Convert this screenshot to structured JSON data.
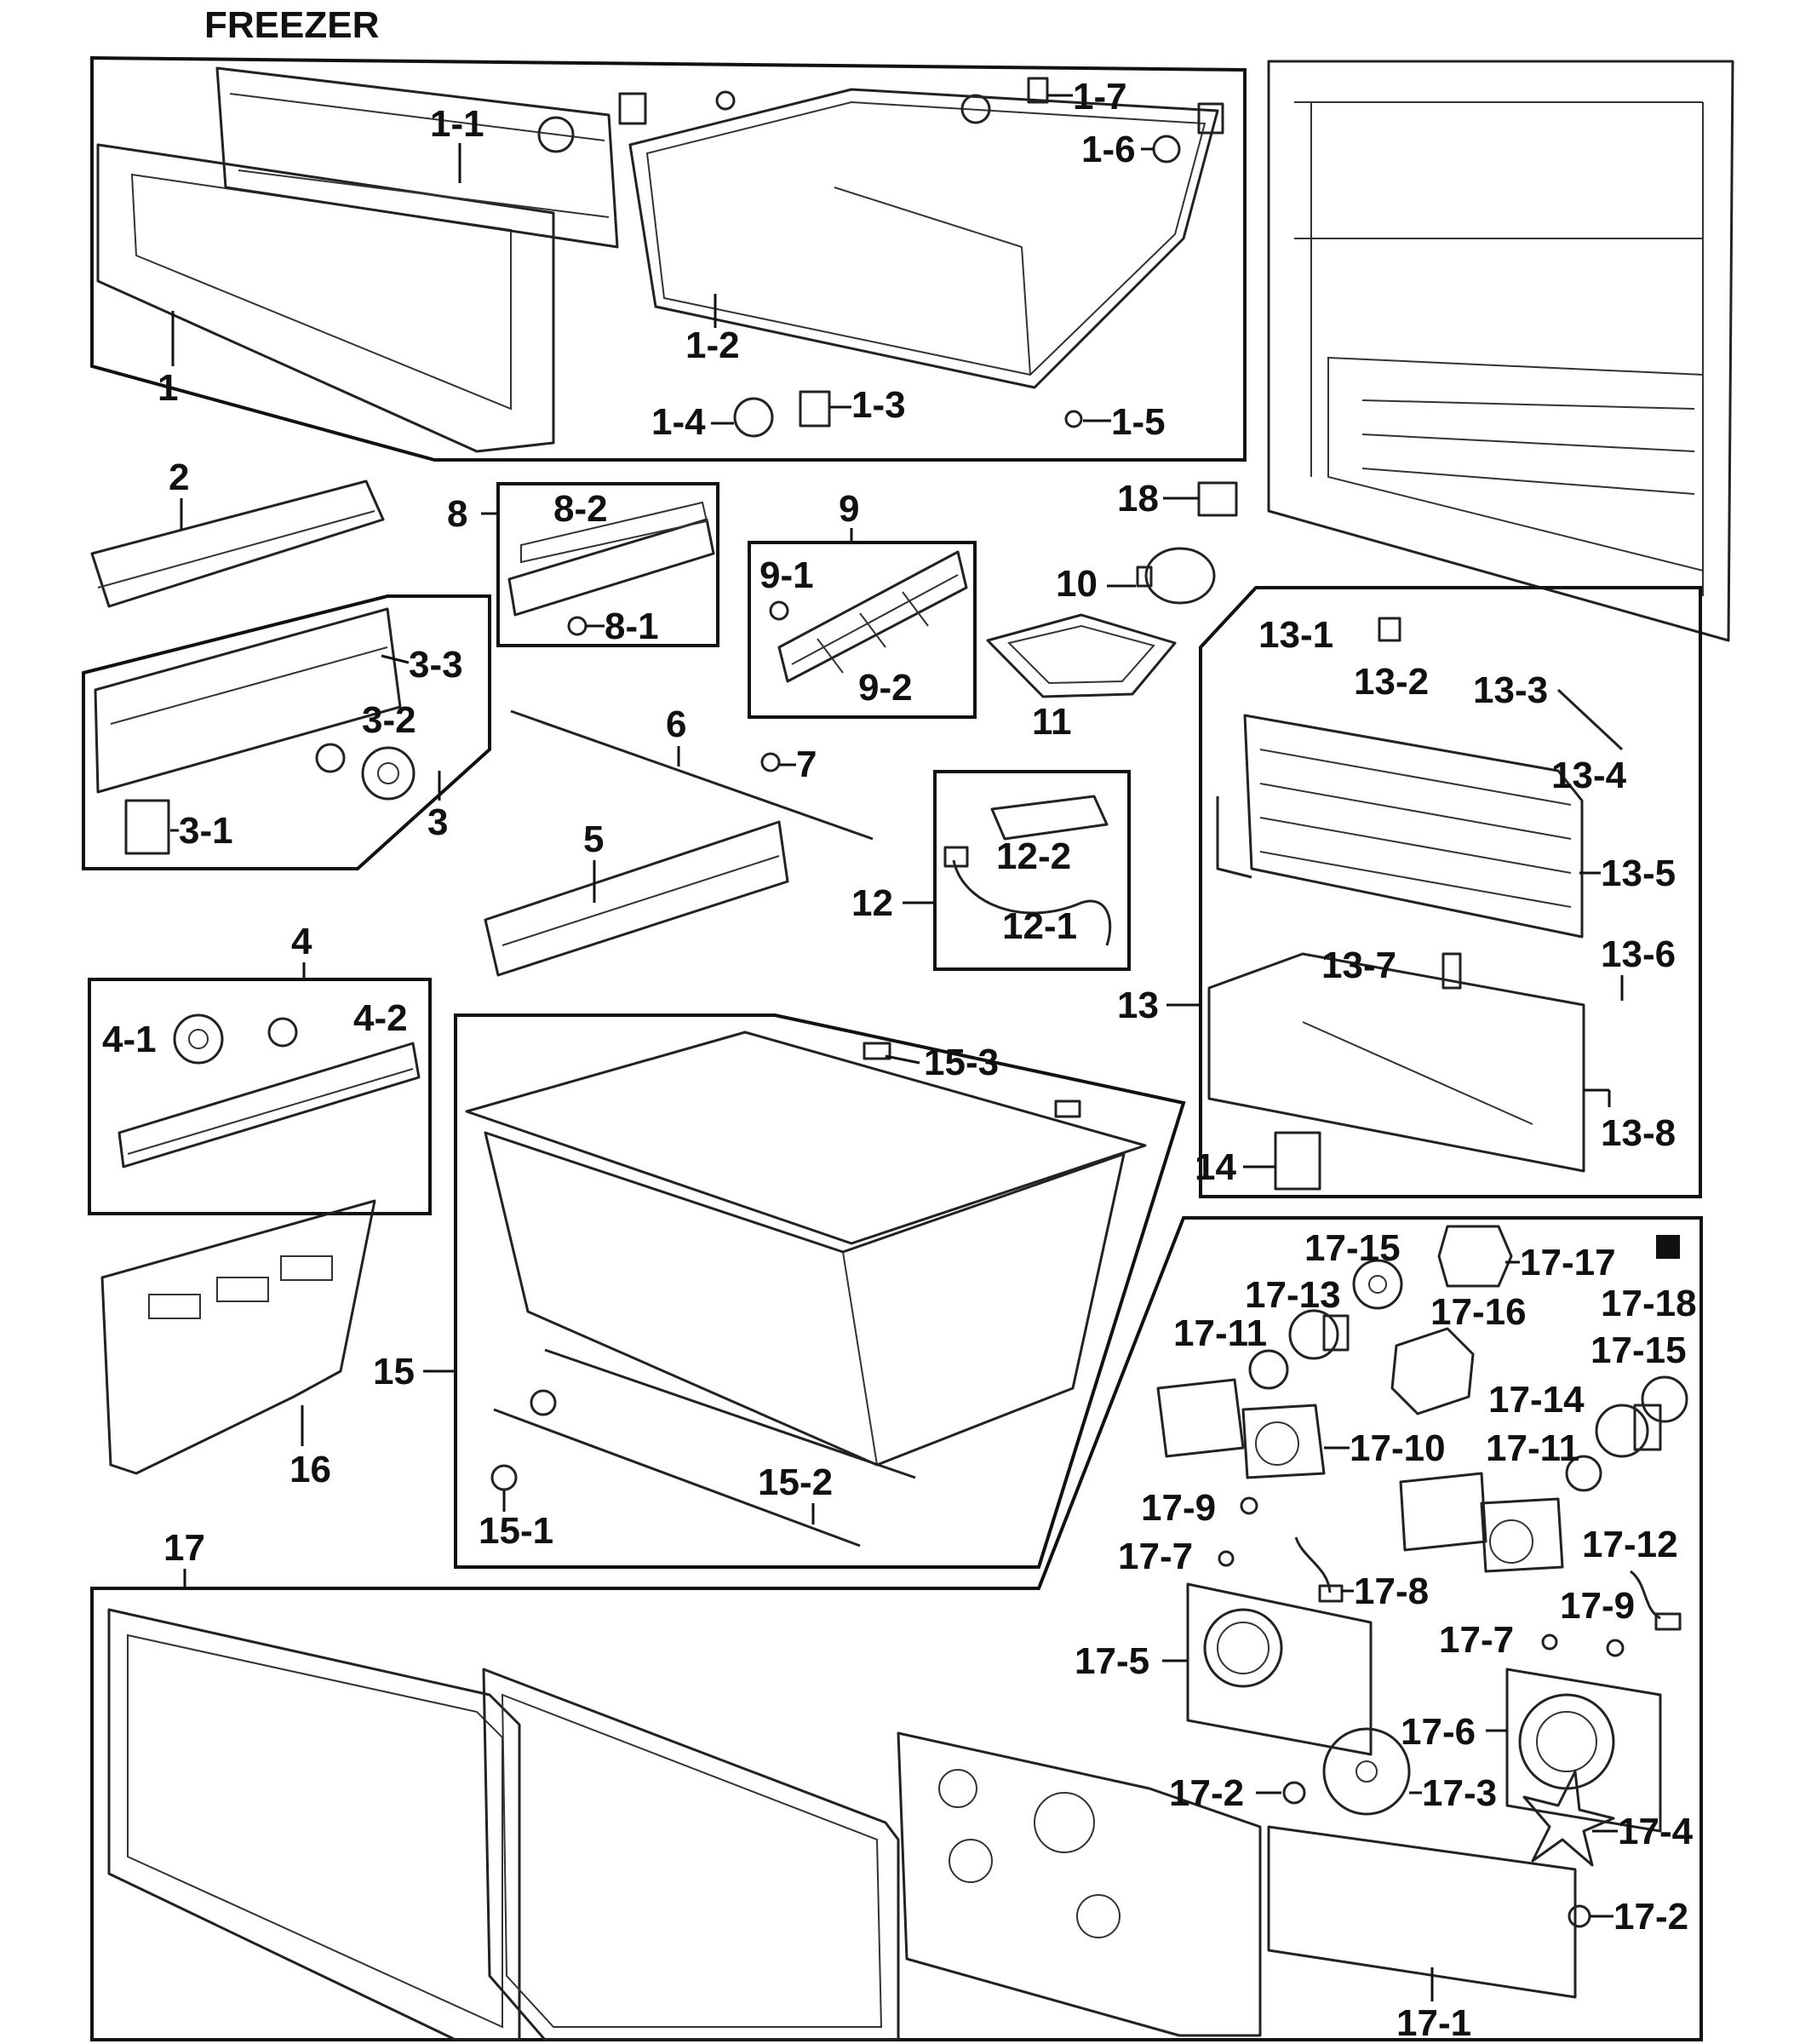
{
  "title": "FREEZER",
  "callouts": {
    "p1": "1",
    "p1_1": "1-1",
    "p1_2": "1-2",
    "p1_3": "1-3",
    "p1_4": "1-4",
    "p1_5": "1-5",
    "p1_6": "1-6",
    "p1_7": "1-7",
    "p2": "2",
    "p3": "3",
    "p3_1": "3-1",
    "p3_2": "3-2",
    "p3_3": "3-3",
    "p4": "4",
    "p4_1": "4-1",
    "p4_2": "4-2",
    "p5": "5",
    "p6": "6",
    "p7": "7",
    "p8": "8",
    "p8_1": "8-1",
    "p8_2": "8-2",
    "p9": "9",
    "p9_1": "9-1",
    "p9_2": "9-2",
    "p10": "10",
    "p11": "11",
    "p12": "12",
    "p12_1": "12-1",
    "p12_2": "12-2",
    "p13": "13",
    "p13_1": "13-1",
    "p13_2": "13-2",
    "p13_3": "13-3",
    "p13_4": "13-4",
    "p13_5": "13-5",
    "p13_6": "13-6",
    "p13_7": "13-7",
    "p13_8": "13-8",
    "p14": "14",
    "p15": "15",
    "p15_1": "15-1",
    "p15_2": "15-2",
    "p15_3": "15-3",
    "p16": "16",
    "p17": "17",
    "p17_1": "17-1",
    "p17_2a": "17-2",
    "p17_2b": "17-2",
    "p17_3": "17-3",
    "p17_4": "17-4",
    "p17_5": "17-5",
    "p17_6": "17-6",
    "p17_7a": "17-7",
    "p17_7b": "17-7",
    "p17_8": "17-8",
    "p17_9a": "17-9",
    "p17_9b": "17-9",
    "p17_10": "17-10",
    "p17_11a": "17-11",
    "p17_11b": "17-11",
    "p17_12": "17-12",
    "p17_13": "17-13",
    "p17_14": "17-14",
    "p17_15a": "17-15",
    "p17_15b": "17-15",
    "p17_16": "17-16",
    "p17_17": "17-17",
    "p17_18": "17-18",
    "p18": "18"
  }
}
